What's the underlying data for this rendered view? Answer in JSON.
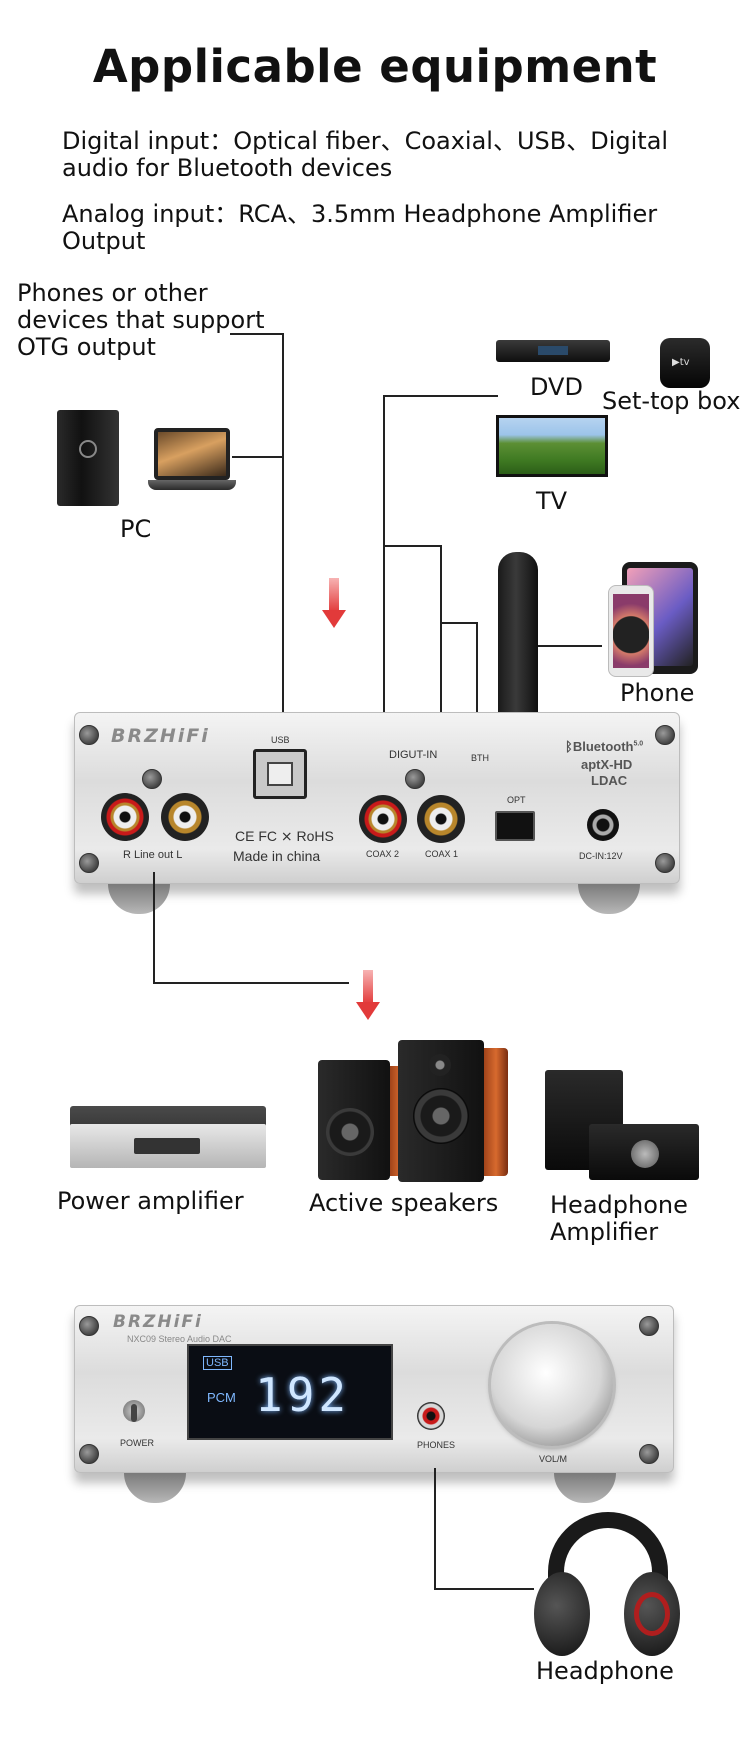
{
  "title": "Applicable equipment",
  "intro": {
    "digital": "Digital input：Optical fiber、Coaxial、USB、Digital audio for Bluetooth devices",
    "analog": "Analog input：RCA、3.5mm Headphone Amplifier Output"
  },
  "sources": {
    "phones_otg": "Phones or other devices that support OTG output",
    "pc": "PC",
    "dvd": "DVD",
    "settop": "Set-top box",
    "tv": "TV",
    "phone": "Phone"
  },
  "rear_panel": {
    "brand": "BRZHiFi",
    "usb": "USB",
    "digut_in": "DIGUT-IN",
    "bth": "BTH",
    "opt": "OPT",
    "coax2": "COAX 2",
    "coax1": "COAX 1",
    "bluetooth": "Bluetooth",
    "bluetooth_version": "5.0",
    "aptx": "aptX-HD",
    "ldac": "LDAC",
    "lineout": "R  Line out  L",
    "cert": "CE FC ⨯ RoHS",
    "made_in": "Made in china",
    "dc_in": "DC-IN:12V"
  },
  "outputs": {
    "power_amp": "Power amplifier",
    "speakers": "Active speakers",
    "headphone_amp": "Headphone Amplifier"
  },
  "front_panel": {
    "brand": "BRZHiFi",
    "model": "NXC09 Stereo Audio DAC",
    "display_source": "USB",
    "display_mode": "PCM",
    "display_value": "192",
    "power": "POWER",
    "phones": "PHONES",
    "volume": "VOL/M"
  },
  "headphone_label": "Headphone",
  "colors": {
    "arrow": "#e23a3a",
    "line": "#222222",
    "rca_red": "#c81a1a",
    "display_digits": "#cfe6ff"
  }
}
